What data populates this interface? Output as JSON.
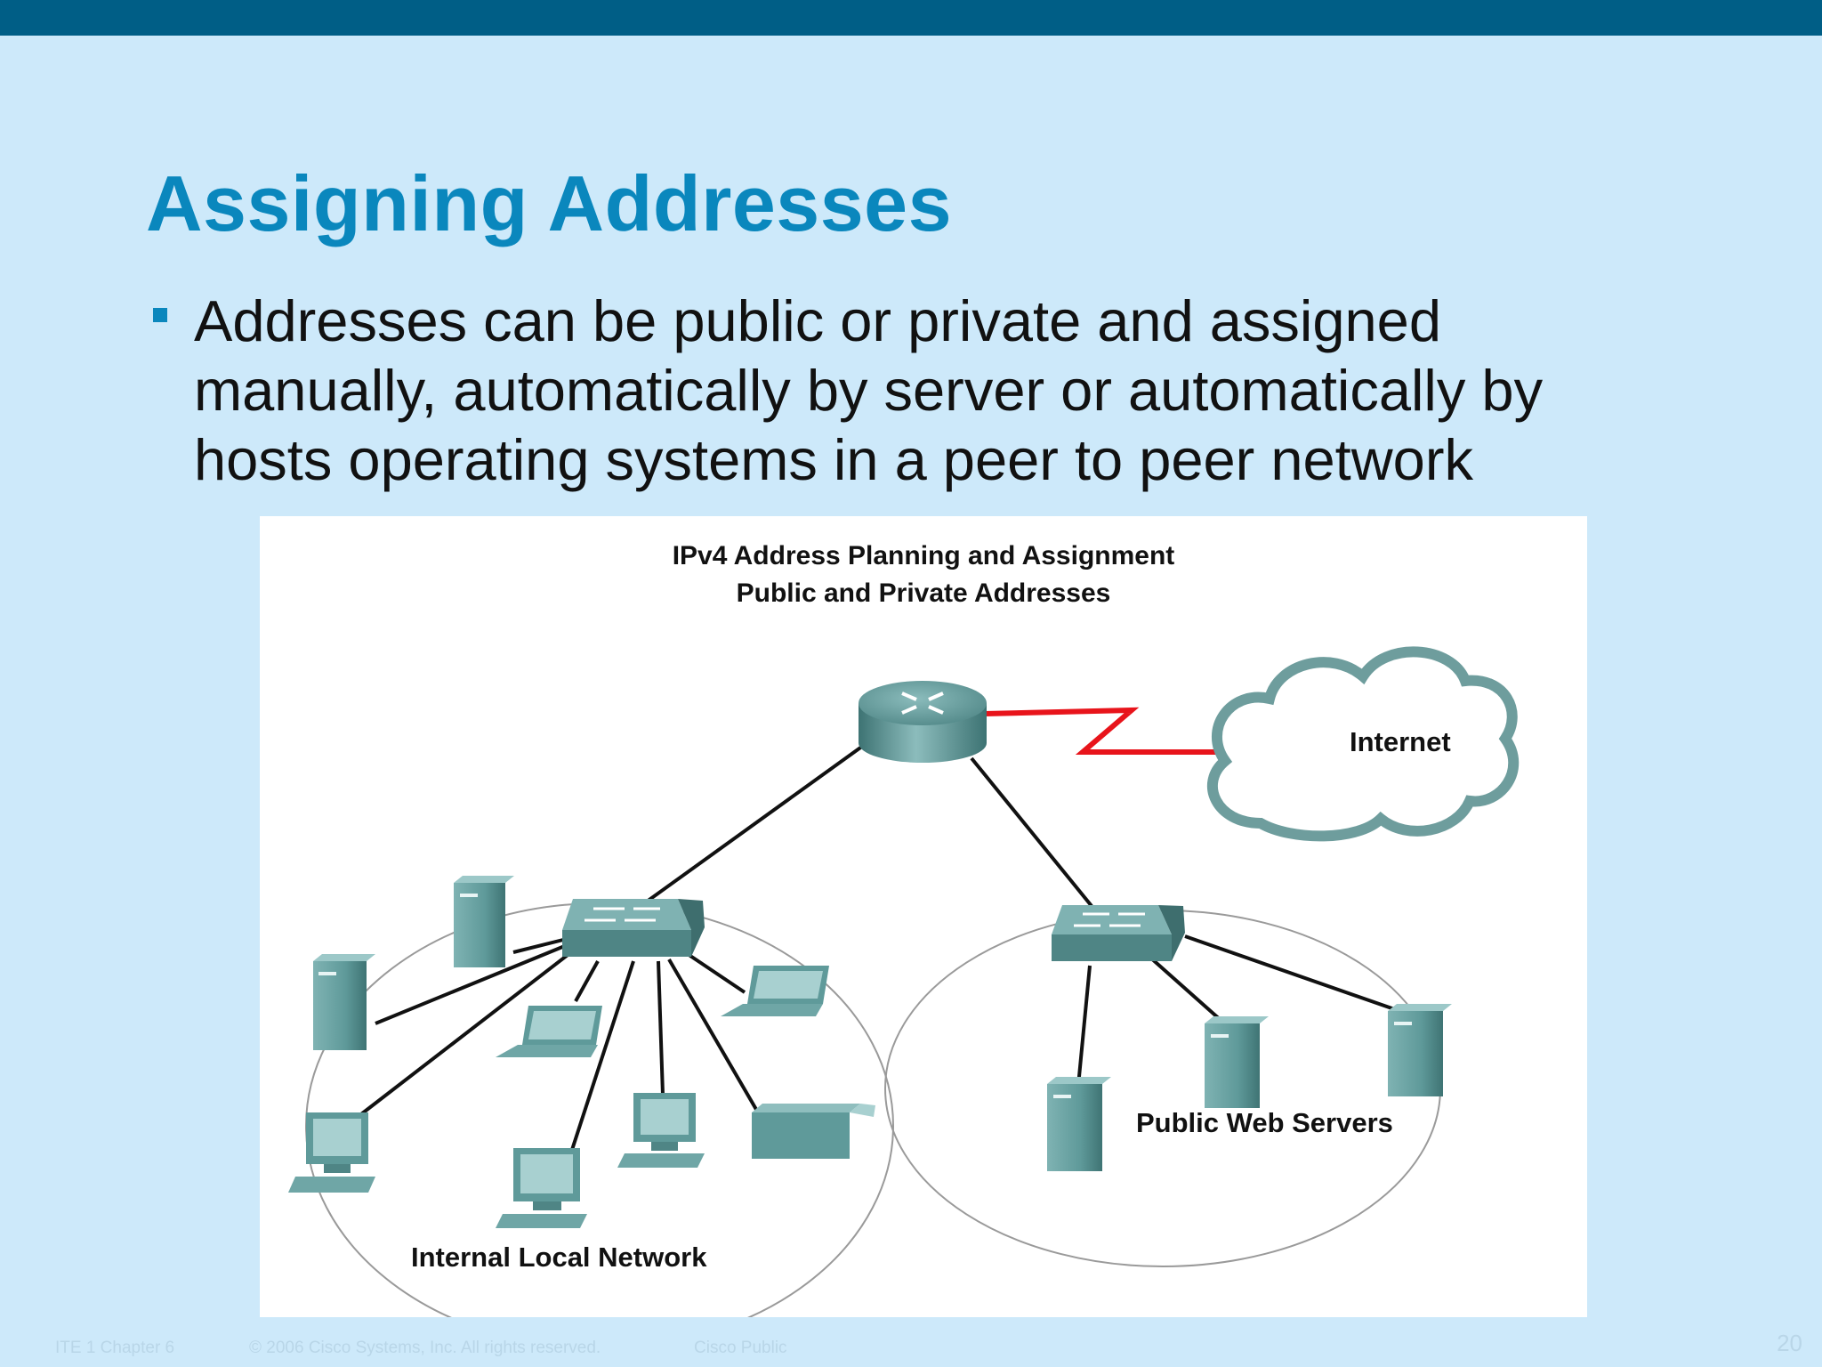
{
  "slide": {
    "title": "Assigning Addresses",
    "bullets": [
      {
        "lines": [
          "Addresses can be public or private and assigned",
          "manually, automatically by server or automatically by",
          "hosts operating systems in a peer to peer network"
        ]
      }
    ]
  },
  "figure": {
    "title_line1": "IPv4 Address Planning and Assignment",
    "title_line2": "Public and Private Addresses",
    "labels": {
      "internet": "Internet",
      "internal": "Internal Local Network",
      "public": "Public Web Servers"
    }
  },
  "footer": {
    "chapter": "ITE 1 Chapter 6",
    "copyright": "© 2006 Cisco Systems, Inc. All rights reserved.",
    "classification": "Cisco Public",
    "page": "20"
  },
  "colors": {
    "top_bar": "#005e86",
    "background": "#cde9fa",
    "title": "#0a87bd",
    "device": "#5f9a9a",
    "wan_link": "#e8141b"
  }
}
